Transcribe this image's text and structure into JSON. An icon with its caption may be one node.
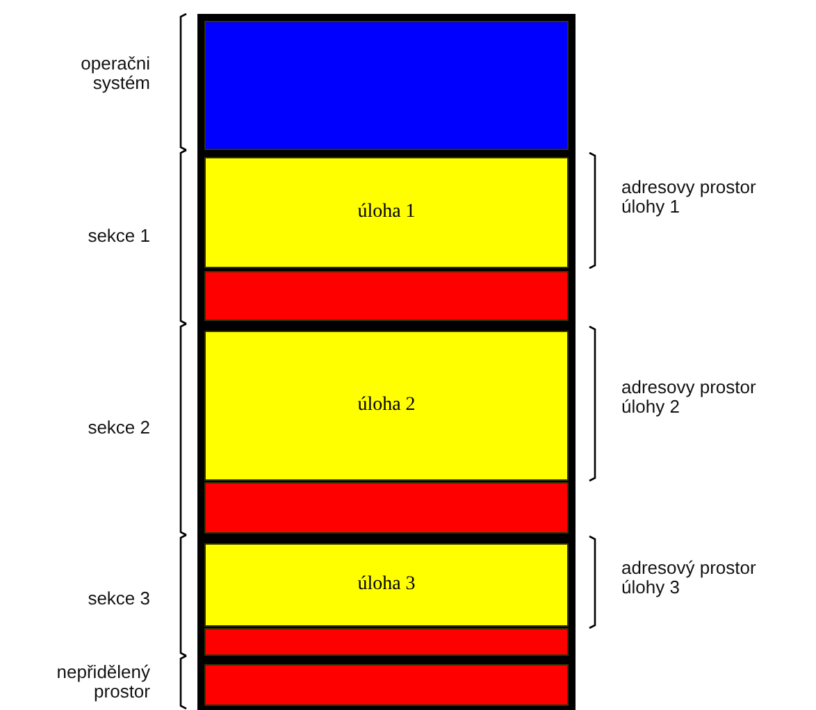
{
  "diagram": {
    "nodes": [
      {
        "text": [],
        "shape": "box"
      },
      {
        "text": [
          "úloha 1"
        ]
      },
      {
        "text": [],
        "shape": "box"
      },
      {
        "text": [
          "úloha 2"
        ]
      },
      {
        "text": [],
        "shape": "box"
      },
      {
        "text": [
          "úloha 3"
        ]
      },
      {
        "text": [],
        "shape": "box"
      },
      {
        "text": [],
        "shape": "box"
      }
    ],
    "labels": [
      "operačni systém",
      "sekce 1",
      "adresovy prostor úlohy 1",
      "sekce 2",
      "adresovy prostor úlohy 2",
      "sekce 3",
      "adresový prostor úlohy 3",
      "nepřidělený prostor"
    ]
  }
}
